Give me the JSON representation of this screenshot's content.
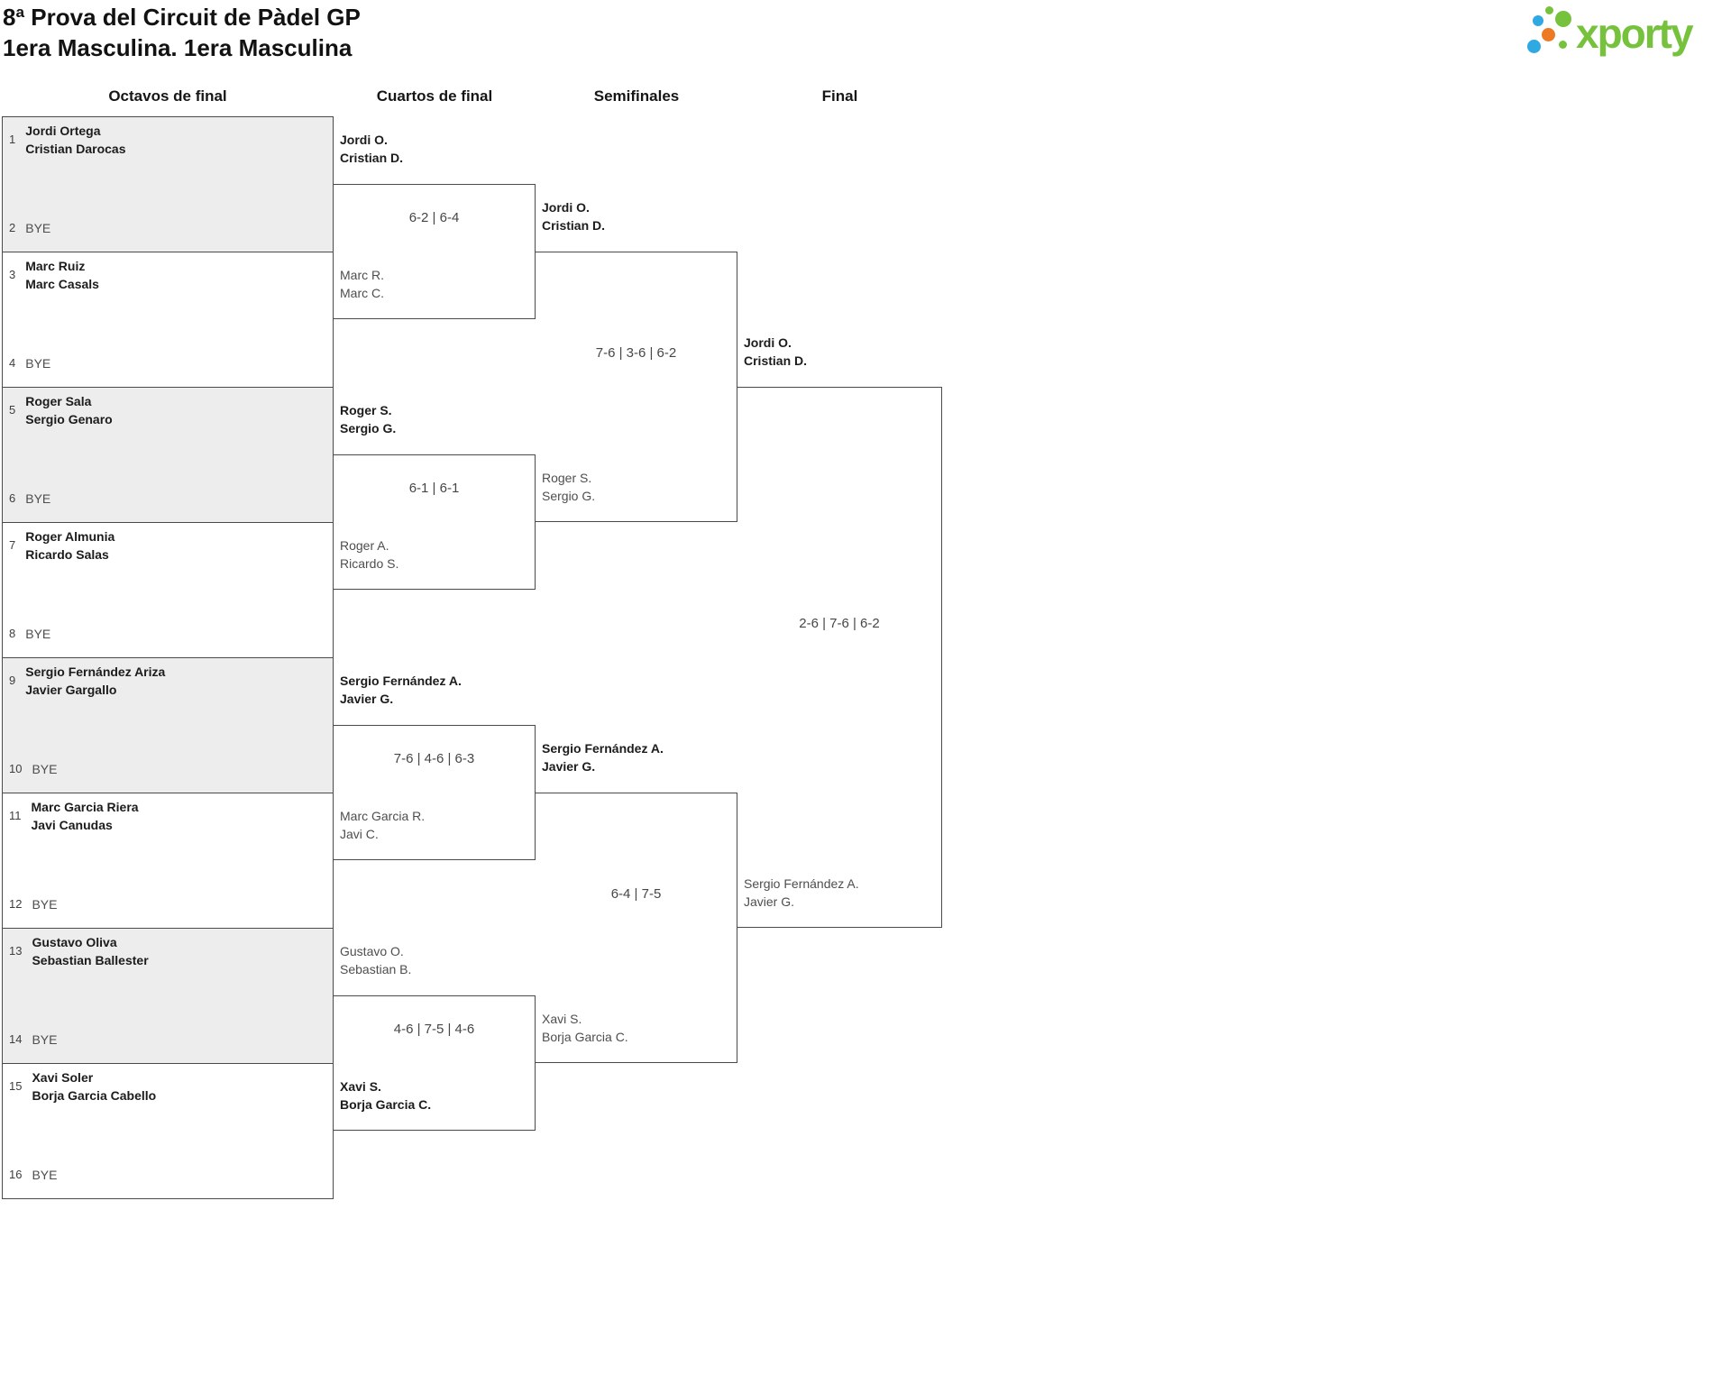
{
  "header": {
    "title_line1": "8ª Prova del Circuit de Pàdel GP",
    "title_line2": "1era Masculina. 1era Masculina"
  },
  "logo": {
    "text": "xporty"
  },
  "round_headers": {
    "octavos": "Octavos de final",
    "cuartos": "Cuartos de final",
    "semifinales": "Semifinales",
    "final": "Final"
  },
  "octavos": [
    {
      "seed_a": "1",
      "team_a1": "Jordi Ortega",
      "team_a2": "Cristian Darocas",
      "seed_b": "2",
      "team_b": "BYE"
    },
    {
      "seed_a": "3",
      "team_a1": "Marc Ruiz",
      "team_a2": "Marc Casals",
      "seed_b": "4",
      "team_b": "BYE"
    },
    {
      "seed_a": "5",
      "team_a1": "Roger Sala",
      "team_a2": "Sergio Genaro",
      "seed_b": "6",
      "team_b": "BYE"
    },
    {
      "seed_a": "7",
      "team_a1": "Roger Almunia",
      "team_a2": "Ricardo Salas",
      "seed_b": "8",
      "team_b": "BYE"
    },
    {
      "seed_a": "9",
      "team_a1": "Sergio Fernández Ariza",
      "team_a2": "Javier Gargallo",
      "seed_b": "10",
      "team_b": "BYE"
    },
    {
      "seed_a": "11",
      "team_a1": "Marc Garcia Riera",
      "team_a2": "Javi Canudas",
      "seed_b": "12",
      "team_b": "BYE"
    },
    {
      "seed_a": "13",
      "team_a1": "Gustavo Oliva",
      "team_a2": "Sebastian Ballester",
      "seed_b": "14",
      "team_b": "BYE"
    },
    {
      "seed_a": "15",
      "team_a1": "Xavi Soler",
      "team_a2": "Borja Garcia Cabello",
      "seed_b": "16",
      "team_b": "BYE"
    }
  ],
  "cuartos": [
    {
      "top1": "Jordi O.",
      "top2": "Cristian D.",
      "score": "6-2 | 6-4",
      "bottom1": "Marc R.",
      "bottom2": "Marc C.",
      "winner": "top"
    },
    {
      "top1": "Roger S.",
      "top2": "Sergio G.",
      "score": "6-1 | 6-1",
      "bottom1": "Roger A.",
      "bottom2": "Ricardo S.",
      "winner": "top"
    },
    {
      "top1": "Sergio Fernández A.",
      "top2": "Javier G.",
      "score": "7-6 | 4-6 | 6-3",
      "bottom1": "Marc Garcia R.",
      "bottom2": "Javi C.",
      "winner": "top"
    },
    {
      "top1": "Gustavo O.",
      "top2": "Sebastian B.",
      "score": "4-6 | 7-5 | 4-6",
      "bottom1": "Xavi S.",
      "bottom2": "Borja Garcia C.",
      "winner": "bottom"
    }
  ],
  "semifinales": [
    {
      "top1": "Jordi O.",
      "top2": "Cristian D.",
      "score": "7-6 | 3-6 | 6-2",
      "bottom1": "Roger S.",
      "bottom2": "Sergio G.",
      "winner": "top"
    },
    {
      "top1": "Sergio Fernández A.",
      "top2": "Javier G.",
      "score": "6-4 | 7-5",
      "bottom1": "Xavi S.",
      "bottom2": "Borja Garcia C.",
      "winner": "top"
    }
  ],
  "final": {
    "top1": "Jordi O.",
    "top2": "Cristian D.",
    "score": "2-6 | 7-6 | 6-2",
    "bottom1": "Sergio Fernández A.",
    "bottom2": "Javier G.",
    "winner": "top"
  },
  "colors": {
    "logo_green": "#76c23c",
    "logo_blue": "#2ea9e1",
    "logo_orange": "#ed7a23",
    "box_gray": "#ededed",
    "line": "#4a4a4a"
  }
}
